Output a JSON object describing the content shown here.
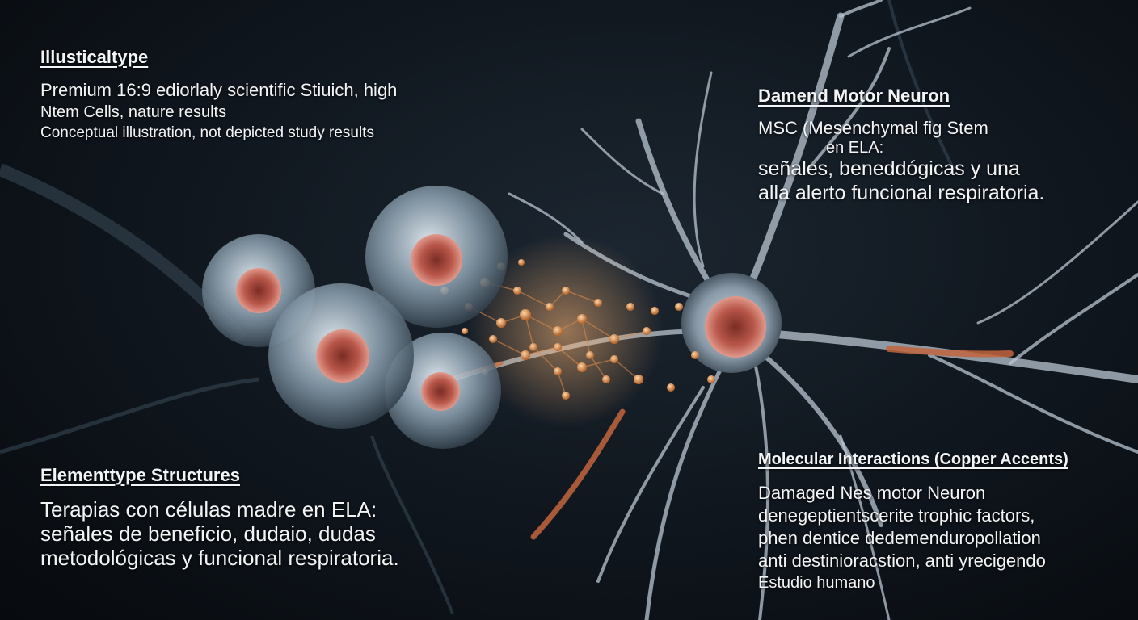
{
  "top_left": {
    "heading": "Illusticaltype",
    "lines": [
      "Premium 16:9 ediorlaly scientific Stiuich, high",
      "Ntem Cells, nature results",
      "Conceptual illustration, not depicted study results"
    ]
  },
  "top_right": {
    "heading": "Damend Motor Neuron",
    "lines": [
      "MSC (Mesenchymal fig Stem",
      "en ELA:",
      "señales, beneddógicas y una",
      "alla alerto funcional respiratoria."
    ]
  },
  "bottom_left": {
    "heading": "Elementtype Structures",
    "lines": [
      "Terapias con células madre en ELA:",
      "señales de beneficio, dudaio, dudas",
      "metodológicas y funcional respiratoria."
    ]
  },
  "bottom_right": {
    "heading": "Molecular Interactions (Copper Accents)",
    "lines": [
      "Damaged Nes motor Neuron",
      "denegeptientscerite trophic factors,",
      "phen dentice dedemenduropollation",
      "anti destinioracstion, anti yrecigendo",
      "Estudio humano"
    ]
  },
  "colors": {
    "background": "#0b0f14",
    "cell_membrane": "#9fb4c4",
    "nucleus": "#c0675a",
    "copper_accent": "#d9894a",
    "neuron": "#b9c6d2"
  }
}
